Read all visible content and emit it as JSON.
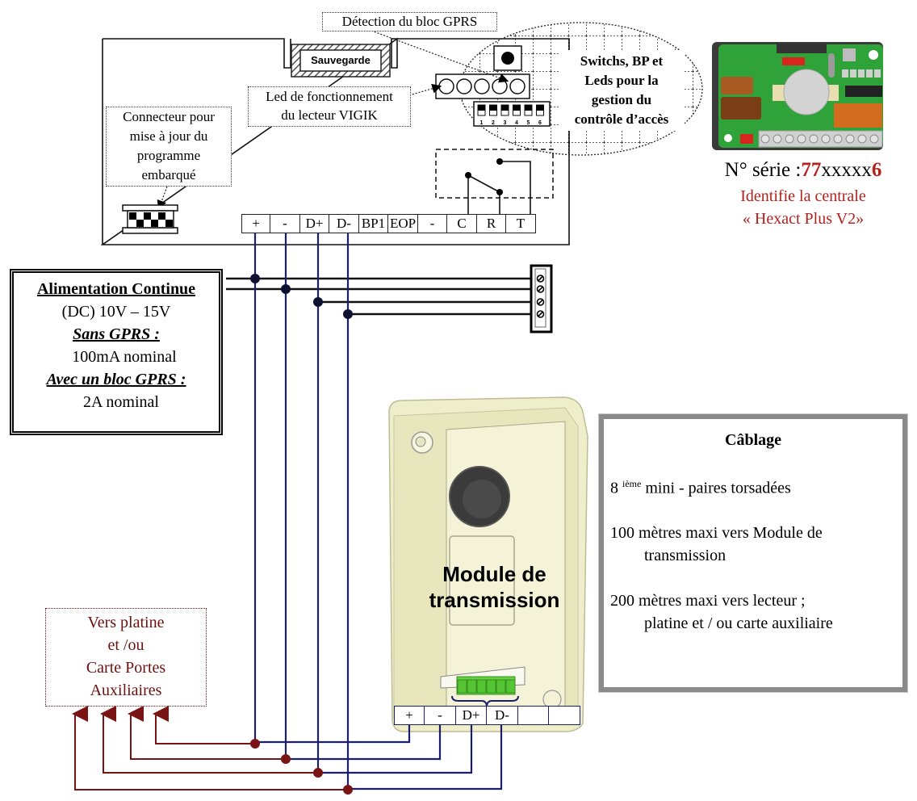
{
  "colors": {
    "wire_black": "#111111",
    "wire_navy": "#1b1f6b",
    "wire_darkred": "#7a1414",
    "accent_red": "#b3211d",
    "label_darkred": "#6e1010",
    "pcb_green": "#2fa33a",
    "module_cream": "#efeecb",
    "cabl_border": "#8a8a8a"
  },
  "board": {
    "backup_label": "Sauvegarde",
    "gprs_detect_label": "Détection du bloc GPRS",
    "led_label_line1": "Led de fonctionnement",
    "led_label_line2": "du lecteur VIGIK",
    "connector_label": [
      "Connecteur pour",
      "mise à jour du",
      "programme",
      "embarqué"
    ],
    "switch_zone_label": [
      "Switchs, BP et",
      "Leds pour la",
      "gestion du",
      "contrôle d’accès"
    ],
    "dip_numbers": [
      "1",
      "2",
      "3",
      "4",
      "5",
      "6"
    ],
    "terminals": [
      "+",
      "-",
      "D+",
      "D-",
      "BP1",
      "EOP",
      "-",
      "C",
      "R",
      "T"
    ]
  },
  "product": {
    "serial_prefix": "N° série :",
    "serial_bold_start": "77",
    "serial_middle": "xxxxx",
    "serial_bold_end": "6",
    "identifies_line1": "Identifie la centrale",
    "identifies_line2": "« Hexact Plus V2»"
  },
  "power": {
    "title": "Alimentation Continue",
    "voltage": "(DC)  10V – 15V",
    "no_gprs_label": "Sans GPRS :",
    "no_gprs_value": "100mA nominal",
    "with_gprs_label": "Avec un bloc GPRS :",
    "with_gprs_value": "2A nominal"
  },
  "module": {
    "label_line1": "Module de",
    "label_line2": "transmission",
    "terminals": [
      "+",
      "-",
      "D+",
      "D-",
      "",
      ""
    ]
  },
  "cabling": {
    "title": "Câblage",
    "line1_num": "8",
    "line1_sup": "ième",
    "line1_text": " mini - paires torsadées",
    "line2_num": "100",
    "line2_text": "mètres maxi vers Module de",
    "line2_cont": "transmission",
    "line3_num": "200",
    "line3_text": "mètres maxi vers lecteur ;",
    "line3_cont": "platine et / ou carte auxiliaire"
  },
  "aux": {
    "label": [
      "Vers platine",
      "et /ou",
      "Carte Portes",
      "Auxiliaires"
    ]
  }
}
